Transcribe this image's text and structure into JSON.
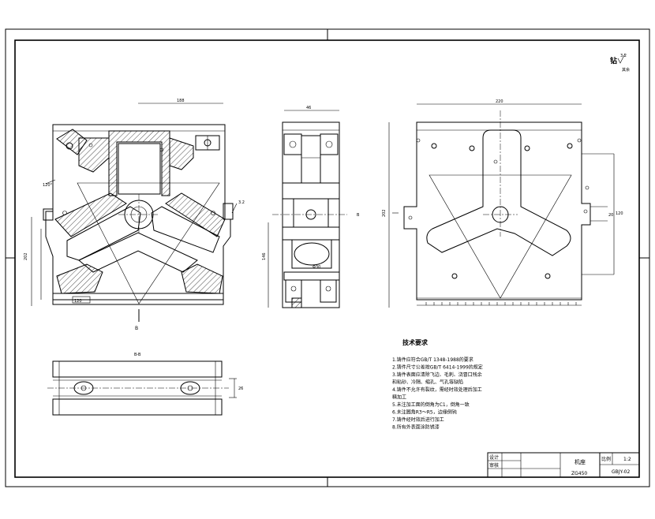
{
  "drawing": {
    "roughness_symbol": "3.2",
    "roughness_note": "其余",
    "section_label": "B-B",
    "section_arrow_label": "B"
  },
  "tech_requirements": {
    "title": "技术要求",
    "items": [
      "1.铸件应符合GB/T 1348-1988的要求",
      "2.铸件尺寸公差按GB/T 6414-1999的规定",
      "3.铸件表面应清除飞边、毛刺、浇冒口残余",
      "  和粘砂、冷隔、缩孔、气孔等缺陷",
      "4.铸件不允许有裂纹，需经时效处理后加工",
      "  精加工",
      "5.未注加工面的倒角为C1，倒角一致",
      "6.未注圆角R3～R5，边缘倒钝",
      "7.铸件经时效后进行加工",
      "8.所有外表面涂防锈漆"
    ]
  },
  "title_block": {
    "design_label": "设计",
    "check_label": "审核",
    "part_name": "机座",
    "material": "ZG450",
    "scale_label": "比例",
    "scale": "1:2",
    "drawing_no": "GBJY-02"
  }
}
